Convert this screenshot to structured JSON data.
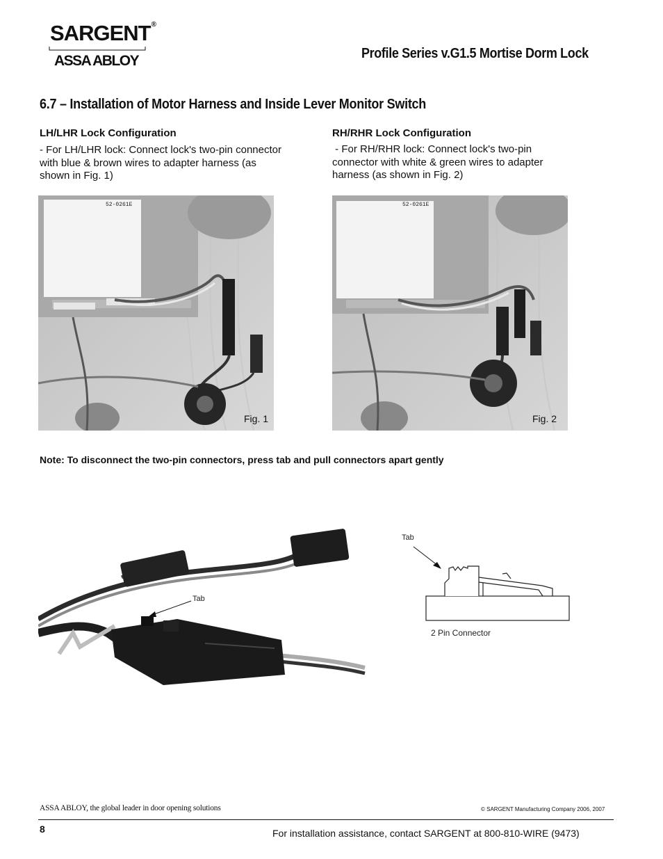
{
  "header": {
    "brand": "SARGENT",
    "brand_mark": "®",
    "parent_brand": "ASSA ABLOY",
    "document_title": "Profile Series v.G1.5 Mortise Dorm Lock"
  },
  "section": {
    "title": "6.7 – Installation of Motor Harness and Inside Lever Monitor Switch"
  },
  "lh": {
    "heading": "LH/LHR Lock Configuration",
    "text": "- For LH/LHR lock: Connect lock's two-pin connector with blue & brown wires to adapter harness (as shown in Fig. 1)"
  },
  "rh": {
    "heading": "RH/RHR Lock Configuration",
    "text": " - For RH/RHR lock: Connect lock's two-pin connector with white & green wires to adapter harness (as shown in Fig. 2)"
  },
  "figures": {
    "fig1_label": "Fig. 1",
    "fig2_label": "Fig. 2",
    "board_code": "52-0261E"
  },
  "note": "Note: To disconnect the two-pin connectors, press tab and pull connectors apart gently",
  "photo_callout": "Tab",
  "diagram": {
    "tab_label": "Tab",
    "caption": "2 Pin Connector"
  },
  "footer": {
    "tagline": "ASSA ABLOY, the global leader in door opening solutions",
    "copyright": "© SARGENT Manufacturing Company 2006, 2007",
    "page_number": "8",
    "contact": "For installation assistance, contact SARGENT at 800-810-WIRE (9473)"
  }
}
